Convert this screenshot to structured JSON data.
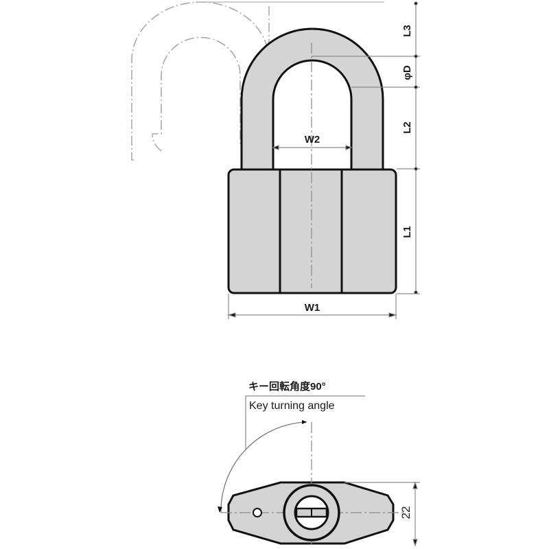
{
  "diagram": {
    "title": "Padlock dimension drawing",
    "colors": {
      "outline": "#111111",
      "fill": "#d4d4d4",
      "dim_line": "#8a8a8a",
      "phantom": "#a8a8a8",
      "background": "#ffffff"
    },
    "front_view": {
      "dimension_labels": {
        "L3": "L3",
        "phiD": "φD",
        "L2": "L2",
        "L1": "L1",
        "W1": "W1",
        "W2": "W2"
      }
    },
    "bottom_view": {
      "annotation_jp": "キー回転角度90°",
      "annotation_en": "Key turning angle",
      "height_dimension": "22"
    }
  }
}
